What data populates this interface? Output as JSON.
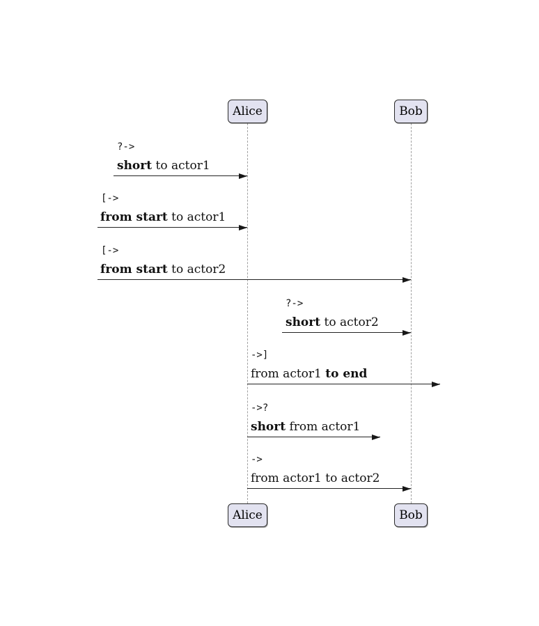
{
  "diagram": {
    "type": "sequence-diagram",
    "actors": [
      {
        "name": "Alice"
      },
      {
        "name": "Bob"
      }
    ],
    "messages": [
      {
        "notation": "?->",
        "pre": "",
        "bold": "short",
        "post": " to actor1"
      },
      {
        "notation": "[->",
        "pre": "",
        "bold": "from start",
        "post": " to actor1"
      },
      {
        "notation": "[->",
        "pre": "",
        "bold": "from start",
        "post": " to actor2"
      },
      {
        "notation": "?->",
        "pre": "",
        "bold": "short",
        "post": " to actor2"
      },
      {
        "notation": "->]",
        "pre": "from actor1 ",
        "bold": "to end",
        "post": ""
      },
      {
        "notation": "->?",
        "pre": "",
        "bold": "short",
        "post": " from actor1"
      },
      {
        "notation": "->",
        "pre": "from actor1 to actor2",
        "bold": "",
        "post": ""
      }
    ],
    "colors": {
      "background": "#FFFFFF",
      "actor_fill": "#E2E2F0",
      "actor_border": "#2A2A2A",
      "lifeline": "#A0A0A0",
      "arrow": "#181818",
      "text": "#111111"
    }
  }
}
